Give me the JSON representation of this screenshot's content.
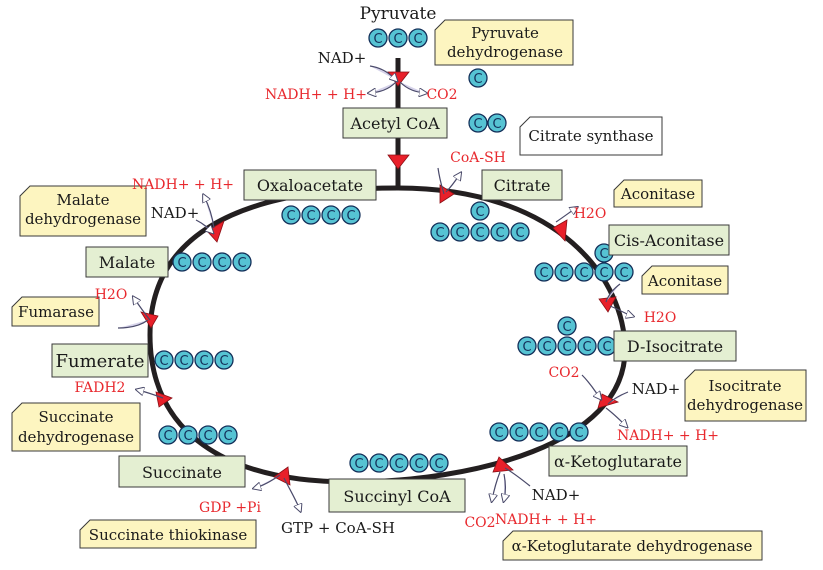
{
  "metabolites": {
    "pyruvate": "Pyruvate",
    "acetyl_coa": "Acetyl CoA",
    "oxaloacetate": "Oxaloacetate",
    "citrate": "Citrate",
    "cis_aconitase": "Cis-Aconitase",
    "d_isocitrate": "D-Isocitrate",
    "alpha_ketoglutarate": "α-Ketoglutarate",
    "succinyl_coa": "Succinyl CoA",
    "succinate": "Succinate",
    "fumerate": "Fumerate",
    "malate": "Malate"
  },
  "enzymes": {
    "pyruvate_dh": [
      "Pyruvate",
      "dehydrogenase"
    ],
    "citrate_synthase": "Citrate synthase",
    "aconitase_1": "Aconitase",
    "aconitase_2": "Aconitase",
    "isocitrate_dh": [
      "Isocitrate",
      "dehydrogenase"
    ],
    "akg_dh": "α-Ketoglutarate dehydrogenase",
    "succinate_thiokinase": "Succinate thiokinase",
    "succinate_dh": [
      "Succinate",
      "dehydrogenase"
    ],
    "fumarase": "Fumarase",
    "malate_dh": [
      "Malate",
      "dehydrogenase"
    ]
  },
  "cofactors": {
    "nad_1": "NAD+",
    "nadh_1": "NADH+ + H+",
    "co2_1": "CO2",
    "coash_1": "CoA-SH",
    "h2o_1": "H2O",
    "h2o_2": "H2O",
    "co2_2": "CO2",
    "nad_2": "NAD+",
    "nadh_2": "NADH+ + H+",
    "nad_3": "NAD+",
    "co2_3": "CO2",
    "nadh_3": "NADH+ + H+",
    "gdp_pi": "GDP +Pi",
    "gtp_coash": "GTP + CoA-SH",
    "fadh2": "FADH2",
    "h2o_3": "H2O",
    "nad_4": "NAD+",
    "nadh_4": "NADH+ + H+"
  },
  "carbon_symbol": "C",
  "colors": {
    "metabolite_box": "#e4efd2",
    "enzyme_box": "#fdf5c0",
    "carbon": "#56c3d3",
    "arrow": "#e8202a",
    "cofactor_text": "#e8292e"
  }
}
